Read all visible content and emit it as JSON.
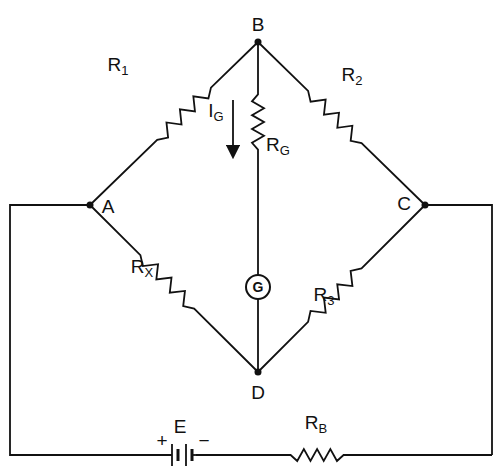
{
  "diagram": {
    "nodes": [
      {
        "text": [
          "G"
        ]
      }
    ],
    "labels": [
      "R1",
      "B",
      "R2",
      "IG",
      "RG",
      "A",
      "C",
      "RX",
      "R3",
      "D",
      "E",
      "RB",
      "+",
      "−"
    ]
  }
}
